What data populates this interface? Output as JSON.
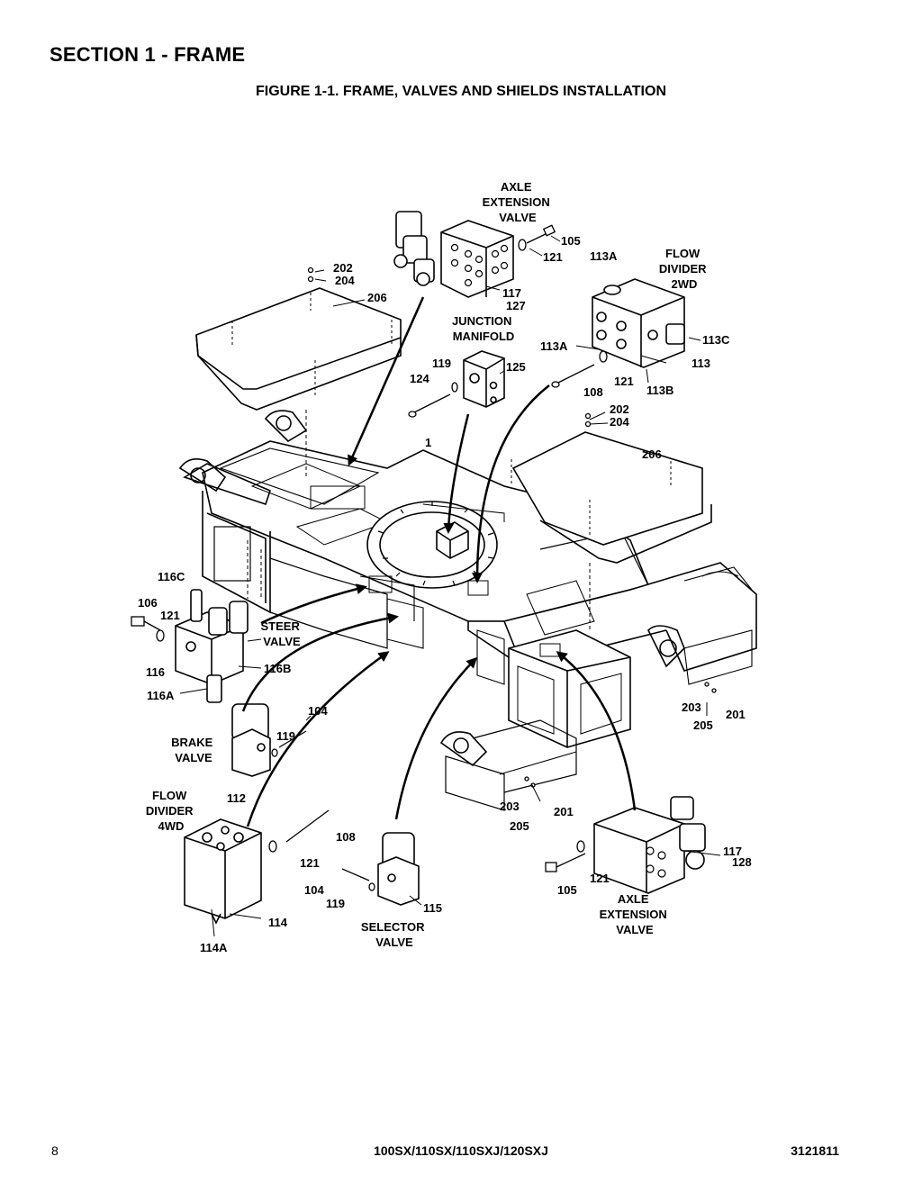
{
  "section_title": "SECTION 1 - FRAME",
  "figure_title": "FIGURE 1-1. FRAME, VALVES AND SHIELDS INSTALLATION",
  "callouts": {
    "axle_ext_top": [
      "AXLE",
      "EXTENSION",
      "VALVE"
    ],
    "flow_divider_2wd": [
      "FLOW",
      "DIVIDER",
      "2WD"
    ],
    "junction_manifold": [
      "JUNCTION",
      "MANIFOLD"
    ],
    "steer_valve": [
      "STEER",
      "VALVE"
    ],
    "brake_valve": [
      "BRAKE",
      "VALVE"
    ],
    "flow_divider_4wd": [
      "FLOW",
      "DIVIDER",
      "4WD"
    ],
    "selector_valve": [
      "SELECTOR",
      "VALVE"
    ],
    "axle_ext_bottom": [
      "AXLE",
      "EXTENSION",
      "VALVE"
    ]
  },
  "part_numbers": {
    "p105a": "105",
    "p121a": "121",
    "p113A_top": "113A",
    "p202a": "202",
    "p204a": "204",
    "p206a": "206",
    "p117a": "117",
    "p127": "127",
    "p113C": "113C",
    "p113A_mid": "113A",
    "p113": "113",
    "p113B": "113B",
    "p121b": "121",
    "p108a": "108",
    "p119a": "119",
    "p124": "124",
    "p125": "125",
    "p202b": "202",
    "p204b": "204",
    "p206b": "206",
    "p1": "1",
    "p116C": "116C",
    "p106": "106",
    "p121c": "121",
    "p116": "116",
    "p116B": "116B",
    "p116A": "116A",
    "p104a": "104",
    "p119b": "119",
    "p112": "112",
    "p203a": "203",
    "p205a": "205",
    "p201a": "201",
    "p203b": "203",
    "p205b": "205",
    "p201b": "201",
    "p108b": "108",
    "p121d": "121",
    "p114": "114",
    "p114A": "114A",
    "p104b": "104",
    "p119c": "119",
    "p115": "115",
    "p121e": "121",
    "p105b": "105",
    "p117b": "117",
    "p128": "128"
  },
  "footer": {
    "page": "8",
    "models": "100SX/110SX/110SXJ/120SXJ",
    "doc_number": "3121811"
  }
}
